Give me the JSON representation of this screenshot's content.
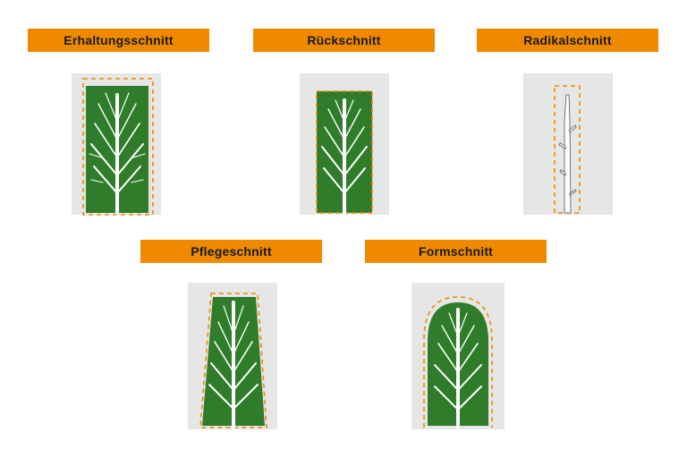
{
  "colors": {
    "accent": "#ef8a00",
    "hedge_green": "#2f7d2a",
    "hedge_green_dark": "#256a22",
    "background_gray": "#e6e6e6",
    "guide_line": "#ef8a00"
  },
  "panels": [
    {
      "label": "Erhaltungsschnitt",
      "icon": "hedge-maintenance-cut-icon"
    },
    {
      "label": "Rückschnitt",
      "icon": "hedge-cutback-icon"
    },
    {
      "label": "Radikalschnitt",
      "icon": "hedge-radical-cut-icon"
    },
    {
      "label": "Pflegeschnitt",
      "icon": "hedge-care-cut-icon"
    },
    {
      "label": "Formschnitt",
      "icon": "hedge-shape-cut-icon"
    }
  ]
}
